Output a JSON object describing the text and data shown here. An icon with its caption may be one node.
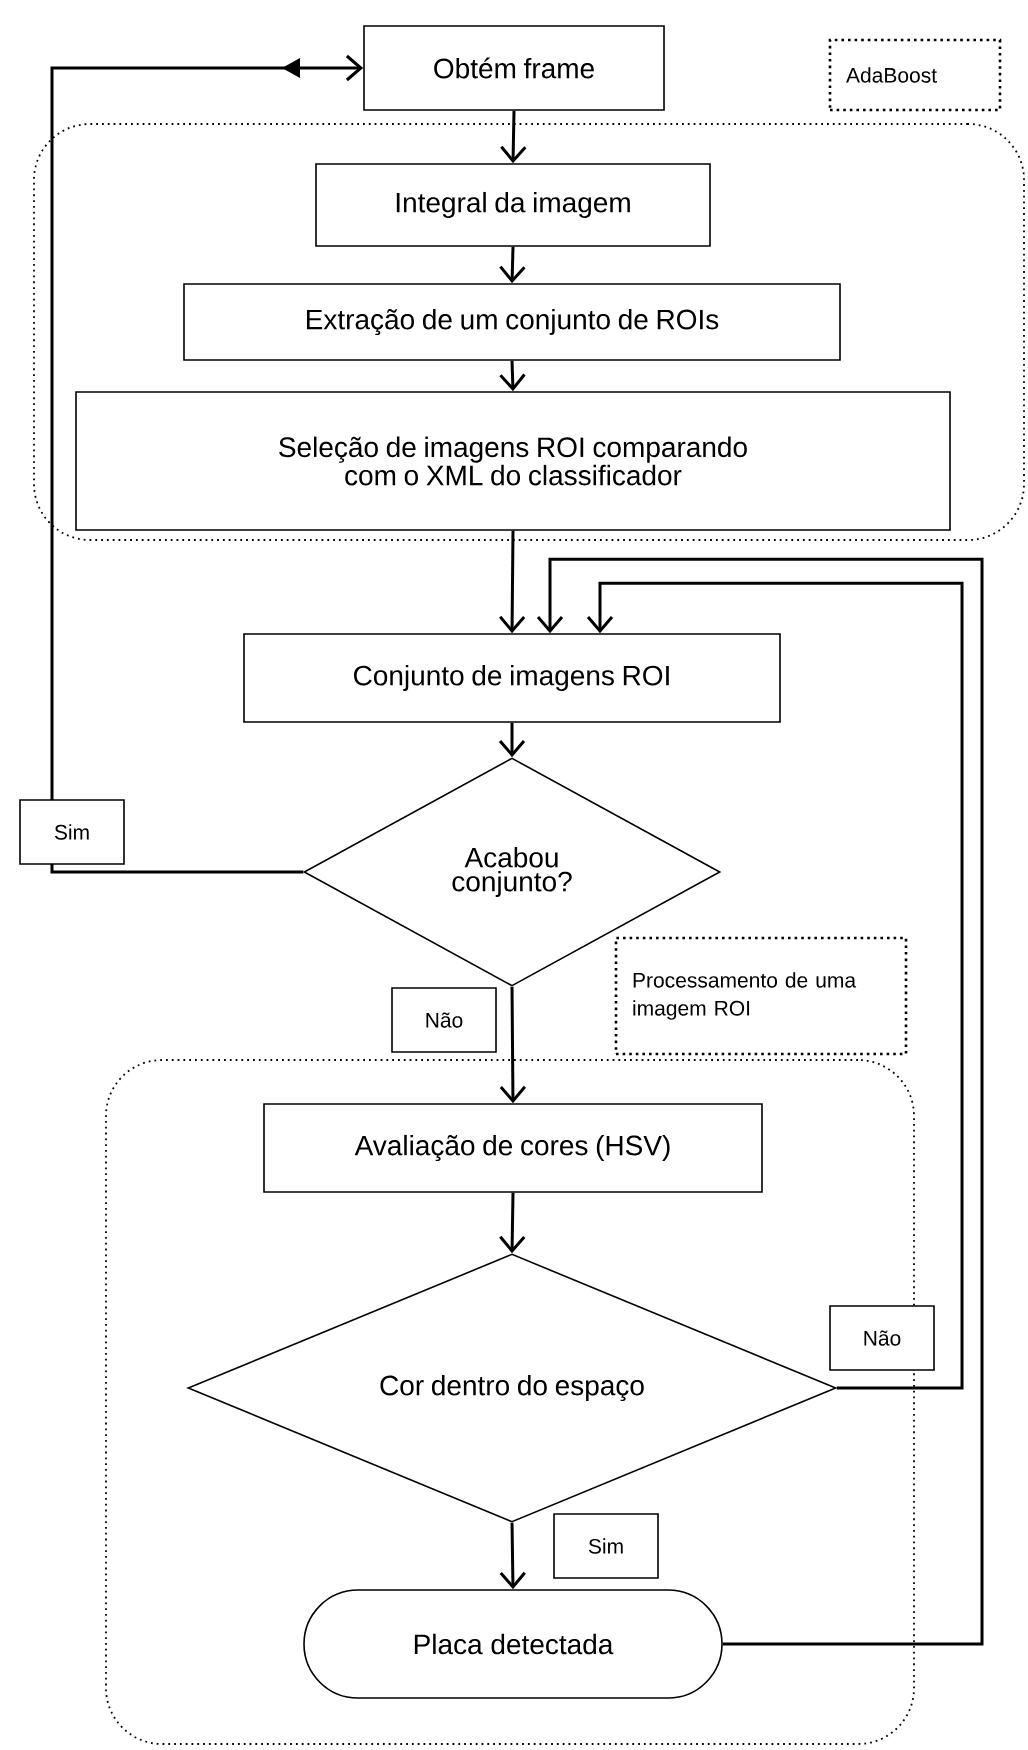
{
  "diagram": {
    "nodes": [
      {
        "text": [
          "Obtém frame"
        ]
      },
      {
        "text": [
          "AdaBoost"
        ]
      },
      {
        "text": [
          "Integral da imagem"
        ],
        "in": 1
      },
      {
        "text": [
          "Extração de um conjunto de ROIs"
        ],
        "in": 1
      },
      {
        "text": [
          "Seleção de imagens ROI comparando com o XML do classificador"
        ],
        "in": 1
      },
      {
        "text": [
          "Conjunto de imagens ROI"
        ]
      },
      {
        "text": [
          "Acabou conjunto?"
        ]
      },
      {
        "text": [
          "Processamento de uma imagem ROI"
        ]
      },
      {
        "text": [
          "Avaliação de cores (HSV)"
        ],
        "in": 7
      },
      {
        "text": [
          "Cor dentro do espaço"
        ],
        "in": 7
      },
      {
        "text": [
          "Placa detectada"
        ],
        "in": 7
      }
    ],
    "edges": [
      {
        "from": 0,
        "to": 2,
        "arrow": "to"
      },
      {
        "from": 2,
        "to": 3,
        "arrow": "to"
      },
      {
        "from": 3,
        "to": 4,
        "arrow": "to"
      },
      {
        "from": 4,
        "to": 5,
        "arrow": "to"
      },
      {
        "from": 5,
        "to": 6,
        "arrow": "to"
      },
      {
        "from": 6,
        "to": 0,
        "arrow": "to",
        "label": "Sim"
      },
      {
        "from": 6,
        "to": 8,
        "arrow": "to",
        "label": "Não"
      },
      {
        "from": 8,
        "to": 9,
        "arrow": "to"
      },
      {
        "from": 9,
        "to": 10,
        "arrow": "to",
        "label": "Sim"
      },
      {
        "from": 9,
        "to": 5,
        "arrow": "to",
        "label": "Não"
      },
      {
        "from": 10,
        "to": 5,
        "arrow": "to"
      }
    ]
  }
}
